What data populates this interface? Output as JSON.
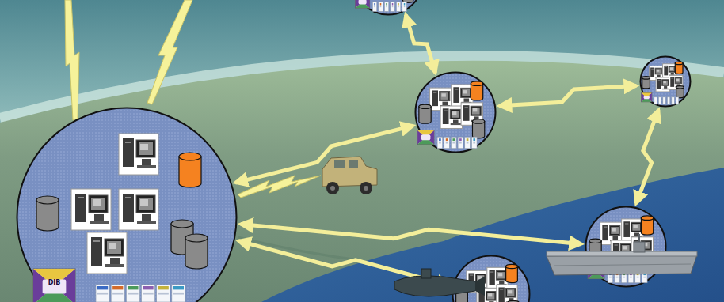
{
  "diagram": {
    "nodes": [
      {
        "text": [
          "DIB"
        ]
      },
      {
        "text": []
      },
      {
        "text": []
      },
      {
        "text": []
      },
      {
        "text": []
      },
      {
        "text": []
      }
    ],
    "edges": [
      {
        "from": 1,
        "to": 2,
        "arrow": "both"
      },
      {
        "from": 0,
        "to": 2,
        "arrow": "both"
      },
      {
        "from": 2,
        "to": 3,
        "arrow": "both"
      },
      {
        "from": 3,
        "to": 4,
        "arrow": "both"
      },
      {
        "from": 0,
        "to": 4,
        "arrow": "both"
      },
      {
        "from": 0,
        "to": 5,
        "arrow": "both"
      }
    ]
  }
}
